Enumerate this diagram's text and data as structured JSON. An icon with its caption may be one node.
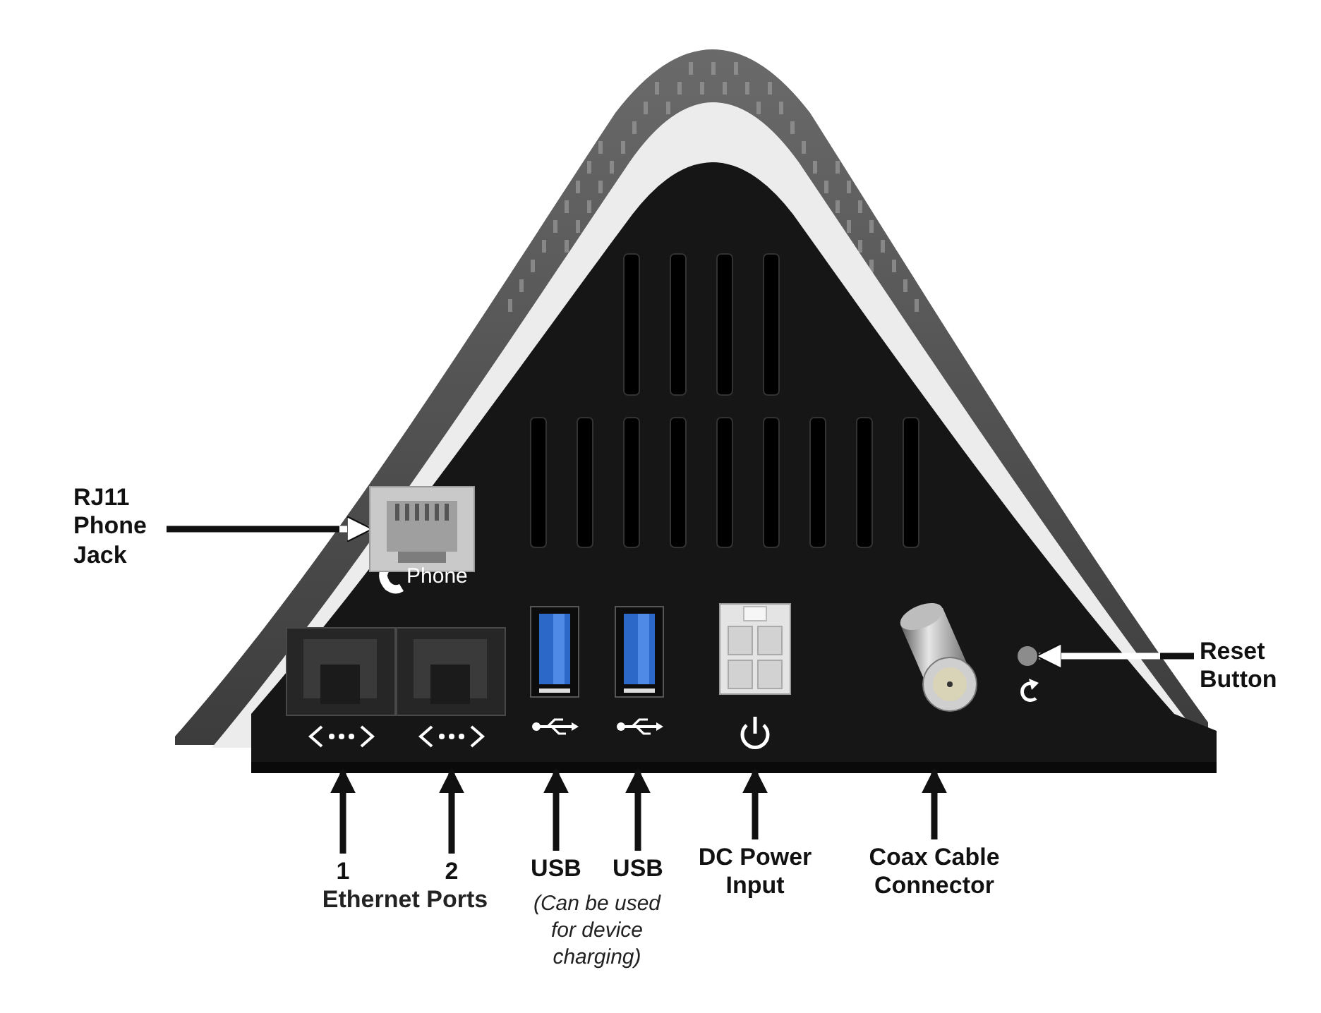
{
  "diagram": {
    "nodes": [
      {
        "text": [
          "RJ11 Phone Jack"
        ]
      },
      {
        "text": [
          "Reset Button"
        ]
      },
      {
        "text": [
          "1"
        ]
      },
      {
        "text": [
          "2"
        ]
      },
      {
        "text": [
          "USB"
        ]
      },
      {
        "text": [
          "USB"
        ]
      },
      {
        "text": [
          "DC Power Input"
        ]
      },
      {
        "text": [
          "Coax Cable Connector"
        ]
      },
      {
        "text": [],
        "shape": "picture"
      },
      {
        "text": [],
        "shape": "picture"
      },
      {
        "text": [],
        "shape": "picture"
      },
      {
        "text": [],
        "shape": "picture"
      },
      {
        "text": [],
        "shape": "picture"
      },
      {
        "text": [],
        "shape": "picture"
      },
      {
        "text": [],
        "shape": "picture"
      },
      {
        "text": [],
        "shape": "circle"
      }
    ],
    "edges": [
      {
        "from": 0,
        "to": 8,
        "arrow": "to"
      },
      {
        "from": 1,
        "to": 15,
        "arrow": "to"
      },
      {
        "from": 2,
        "to": 9,
        "arrow": "to"
      },
      {
        "from": 3,
        "to": 10,
        "arrow": "to"
      },
      {
        "from": 4,
        "to": 11,
        "arrow": "to"
      },
      {
        "from": 5,
        "to": 12,
        "arrow": "to"
      },
      {
        "from": 6,
        "to": 13,
        "arrow": "to"
      },
      {
        "from": 7,
        "to": 14,
        "arrow": "to"
      }
    ],
    "labels": [
      "Phone",
      "Ethernet Ports",
      "(Can be used for device charging)"
    ]
  }
}
